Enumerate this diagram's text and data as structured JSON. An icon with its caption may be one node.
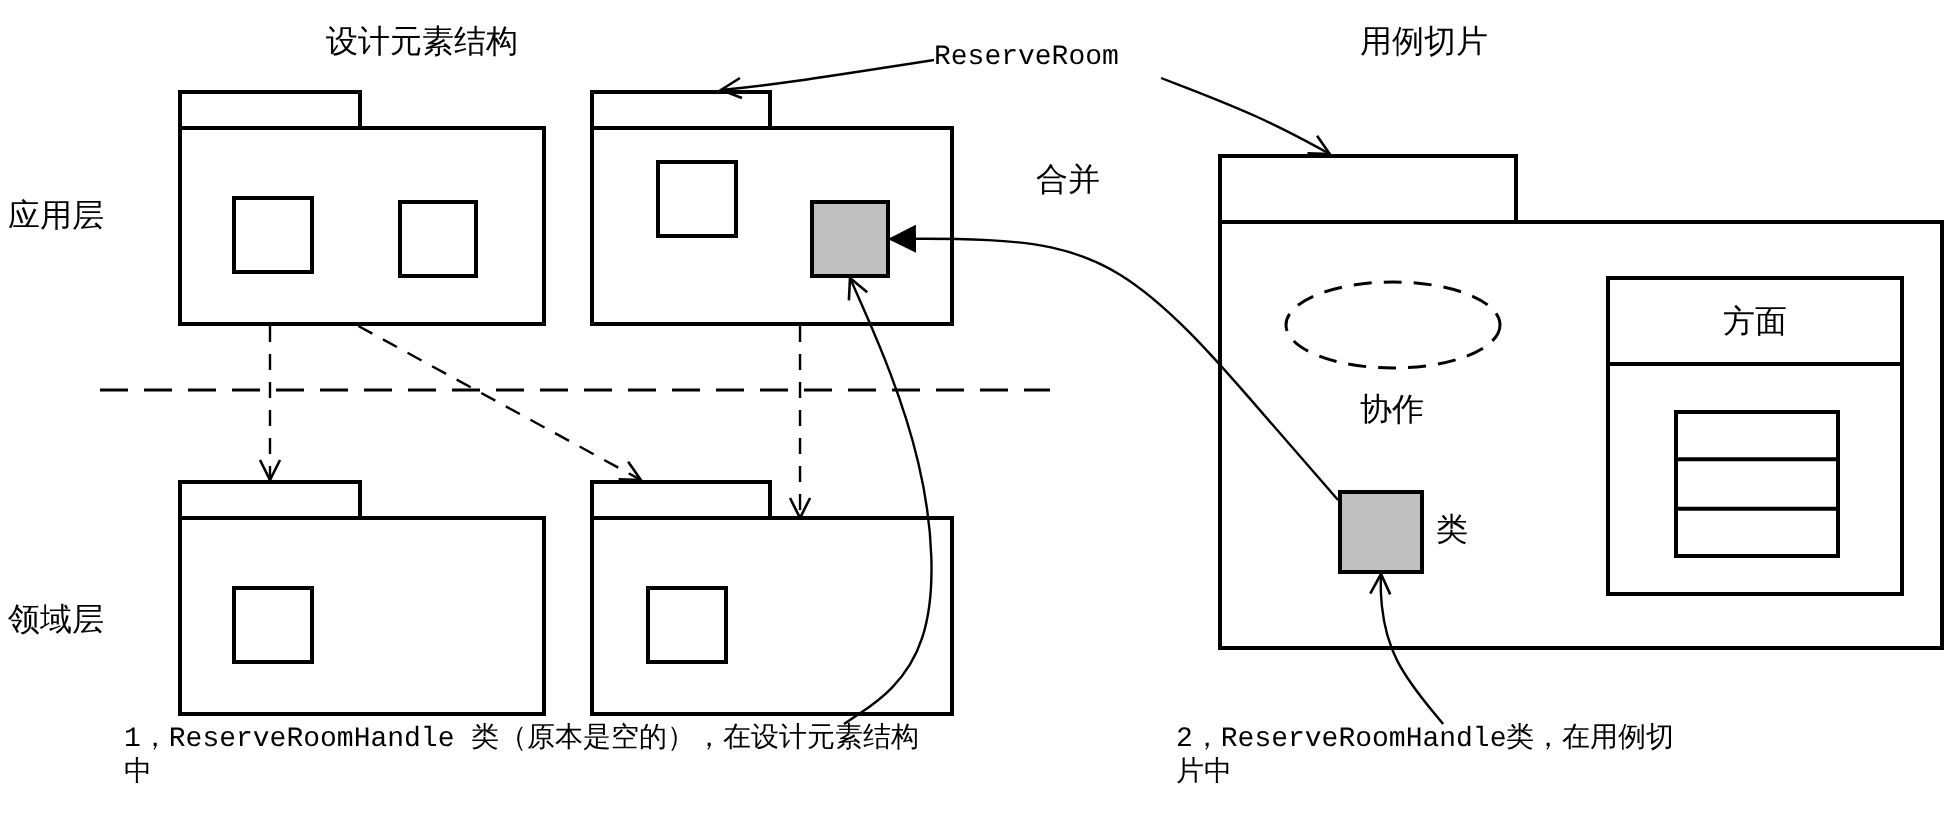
{
  "diagram": {
    "nodes": [
      {
        "text": [],
        "shape": "folder"
      },
      {
        "text": [],
        "shape": "box",
        "in": 0
      },
      {
        "text": [],
        "shape": "box",
        "in": 0
      },
      {
        "text": [],
        "shape": "folder"
      },
      {
        "text": [],
        "shape": "box",
        "in": 3
      },
      {
        "text": [],
        "shape": "box",
        "in": 3
      },
      {
        "text": [],
        "shape": "folder"
      },
      {
        "text": [],
        "shape": "box",
        "in": 6
      },
      {
        "text": [],
        "shape": "folder"
      },
      {
        "text": [],
        "shape": "box",
        "in": 8
      },
      {
        "text": [
          "ReserveRoom"
        ]
      },
      {
        "text": [],
        "shape": "folder"
      },
      {
        "text": [],
        "shape": "ellipse",
        "in": 11,
        "beside": [
          "协作"
        ]
      },
      {
        "text": [],
        "shape": "box",
        "in": 11,
        "beside": [
          "类"
        ]
      },
      {
        "text": [
          "方面"
        ],
        "in": 11
      },
      {
        "text": [],
        "shape": "table",
        "in": 14
      },
      {
        "text": [
          "1，ReserveRoomHandle 类（原本是空的），在设计元素结构中"
        ]
      },
      {
        "text": [
          "2，ReserveRoomHandle类，在用例切片中"
        ]
      }
    ],
    "edges": [
      {
        "from": 0,
        "to": 6,
        "arrow": "to",
        "style": "dashed"
      },
      {
        "from": 0,
        "to": 8,
        "arrow": "to",
        "style": "dashed"
      },
      {
        "from": 3,
        "to": 8,
        "arrow": "to",
        "style": "dashed"
      },
      {
        "from": 13,
        "to": 5,
        "arrow": "to"
      },
      {
        "from": 16,
        "to": 5,
        "arrow": "to"
      },
      {
        "from": 17,
        "to": 13,
        "arrow": "to"
      },
      {
        "from": 10,
        "to": 3,
        "arrow": "to"
      },
      {
        "from": 10,
        "to": 11,
        "arrow": "to"
      }
    ],
    "labels": [
      "设计元素结构",
      "用例切片",
      "应用层",
      "领域层",
      "合并"
    ]
  }
}
